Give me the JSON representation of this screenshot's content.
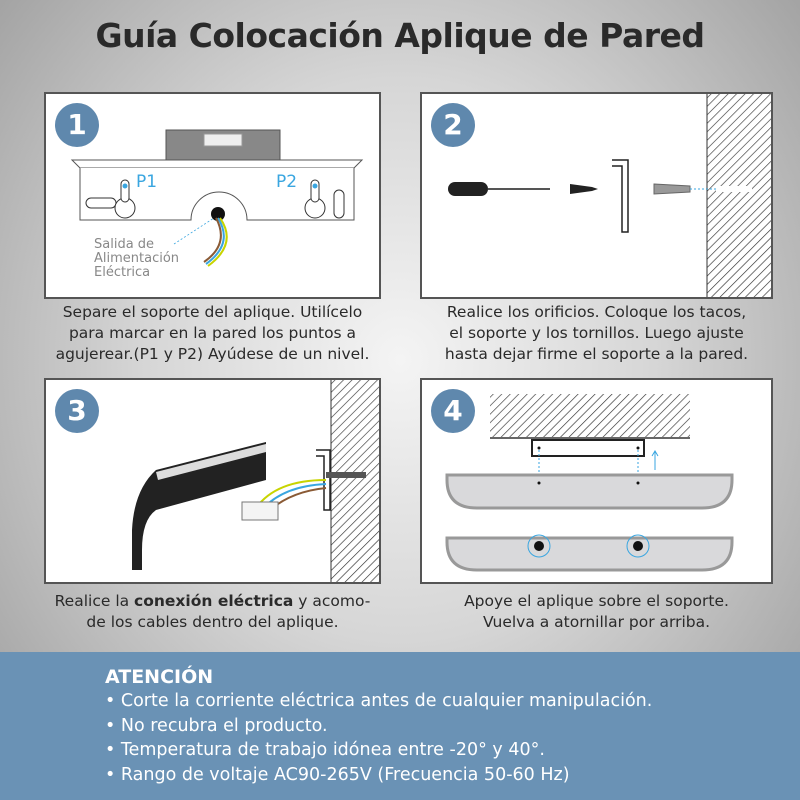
{
  "title": "Guía Colocación Aplique de Pared",
  "steps": [
    {
      "number": "1",
      "labels": {
        "p1": "P1",
        "p2": "P2",
        "outlet_line1": "Salida de",
        "outlet_line2": "Alimentación",
        "outlet_line3": "Eléctrica"
      },
      "caption": [
        "Separe el soporte del aplique. Utilícelo",
        "para marcar en la pared los puntos a",
        "agujerear.(P1 y P2) Ayúdese de un nivel."
      ]
    },
    {
      "number": "2",
      "caption": [
        "Realice los orificios. Coloque los tacos,",
        "el soporte y los tornillos. Luego ajuste",
        "hasta dejar firme el soporte a la pared."
      ]
    },
    {
      "number": "3",
      "caption_pre": "Realice la ",
      "caption_bold": "conexión eléctrica",
      "caption_post": " y acomo-",
      "caption_line2": "de los cables dentro del aplique."
    },
    {
      "number": "4",
      "caption": [
        "Apoye el aplique sobre el soporte.",
        "Vuelva a atornillar por arriba."
      ]
    }
  ],
  "attention": {
    "heading": "ATENCIÓN",
    "items": [
      "• Corte la corriente eléctrica antes de cualquier manipulación.",
      "• No recubra el producto.",
      "• Temperatura de trabajo idónea entre -20° y 40°.",
      "• Rango de voltaje AC90-265V (Frecuencia 50-60 Hz)"
    ]
  },
  "colors": {
    "accent": "#5f88ad",
    "band": "#6a92b5",
    "wire_blue": "#3aa6e0"
  }
}
